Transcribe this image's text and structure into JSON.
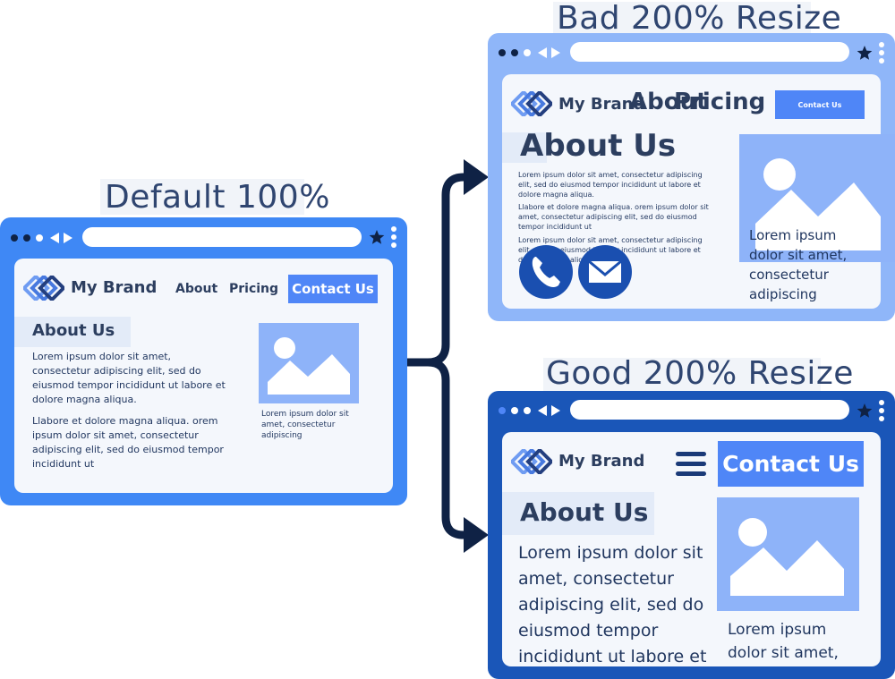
{
  "captions": {
    "default": "Default 100%",
    "bad": "Bad 200% Resize",
    "good": "Good 200% Resize"
  },
  "colors": {
    "default_window": "#3f88f5",
    "bad_window": "#8fb6f9",
    "good_window": "#1a56b8",
    "connector": "#0f2245",
    "accent_button": "#4f86f7",
    "image_placeholder": "#8eb3f9"
  },
  "site": {
    "brand": "My Brand",
    "nav_about": "About",
    "nav_pricing": "Pricing",
    "contact": "Contact Us",
    "heading": "About Us",
    "image_caption": "Lorem ipsum dolor sit amet, consectetur adipiscing"
  },
  "default_view": {
    "paragraph_1": "Lorem ipsum dolor sit amet, consectetur adipiscing elit, sed do eiusmod tempor incididunt ut labore et dolore magna aliqua.",
    "paragraph_2": "Llabore et dolore magna aliqua. orem ipsum dolor sit amet, consectetur adipiscing elit, sed do eiusmod tempor incididunt ut"
  },
  "bad_view": {
    "paragraph_1": "Lorem ipsum dolor sit amet, consectetur adipiscing elit, sed do eiusmod tempor incididunt ut labore et dolore magna aliqua.",
    "paragraph_2": "Llabore et dolore magna aliqua. orem ipsum dolor sit amet, consectetur adipiscing elit, sed do eiusmod tempor incididunt ut",
    "paragraph_3": "Lorem ipsum dolor sit amet, consectetur adipiscing elit, sed do eiusmod tempor incididunt ut labore et dolore magna aliqua."
  },
  "good_view": {
    "paragraph_1": "Lorem ipsum dolor sit amet, consectetur adipiscing elit, sed do eiusmod tempor incididunt ut labore et",
    "image_caption": "Lorem ipsum dolor sit amet,"
  },
  "icons": {
    "logo": "diamond-logo-icon",
    "back": "back-arrow-icon",
    "forward": "forward-arrow-icon",
    "bookmark": "star-icon",
    "menu": "kebab-menu-icon",
    "hamburger": "hamburger-menu-icon",
    "phone": "phone-icon",
    "mail": "envelope-icon",
    "image": "image-placeholder-icon"
  }
}
